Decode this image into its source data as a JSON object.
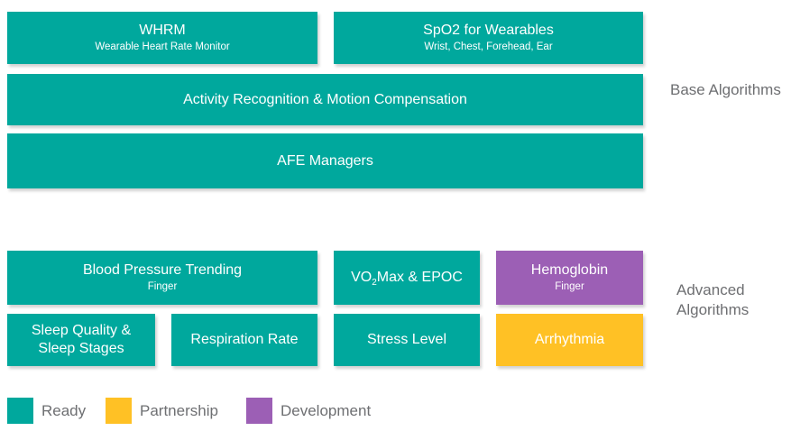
{
  "colors": {
    "ready": "#00A89D",
    "partnership": "#FFC125",
    "development": "#9C5FB5",
    "block_text": "#FFFFFF",
    "label_text": "#6E6F72",
    "background": "#FFFFFF"
  },
  "section_labels": {
    "base": "Base Algorithms",
    "advanced": "Advanced Algorithms"
  },
  "blocks": {
    "whrm": {
      "title": "WHRM",
      "subtitle": "Wearable Heart Rate Monitor",
      "status": "ready"
    },
    "spo2": {
      "title": "SpO2 for Wearables",
      "subtitle": "Wrist, Chest, Forehead, Ear",
      "status": "ready"
    },
    "activity": {
      "title": "Activity Recognition & Motion Compensation",
      "status": "ready"
    },
    "afe": {
      "title": "AFE Managers",
      "status": "ready"
    },
    "blood_pressure": {
      "title": "Blood Pressure Trending",
      "subtitle": "Finger",
      "status": "ready"
    },
    "vo2max": {
      "title_pre": "VO",
      "title_sub": "2",
      "title_post": "Max & EPOC",
      "status": "ready"
    },
    "hemoglobin": {
      "title": "Hemoglobin",
      "subtitle": "Finger",
      "status": "development"
    },
    "sleep": {
      "title": "Sleep Quality & Sleep Stages",
      "status": "ready"
    },
    "respiration": {
      "title": "Respiration Rate",
      "status": "ready"
    },
    "stress": {
      "title": "Stress Level",
      "status": "ready"
    },
    "arrhythmia": {
      "title": "Arrhythmia",
      "status": "partnership"
    }
  },
  "legend": {
    "ready_label": "Ready",
    "partnership_label": "Partnership",
    "development_label": "Development"
  }
}
